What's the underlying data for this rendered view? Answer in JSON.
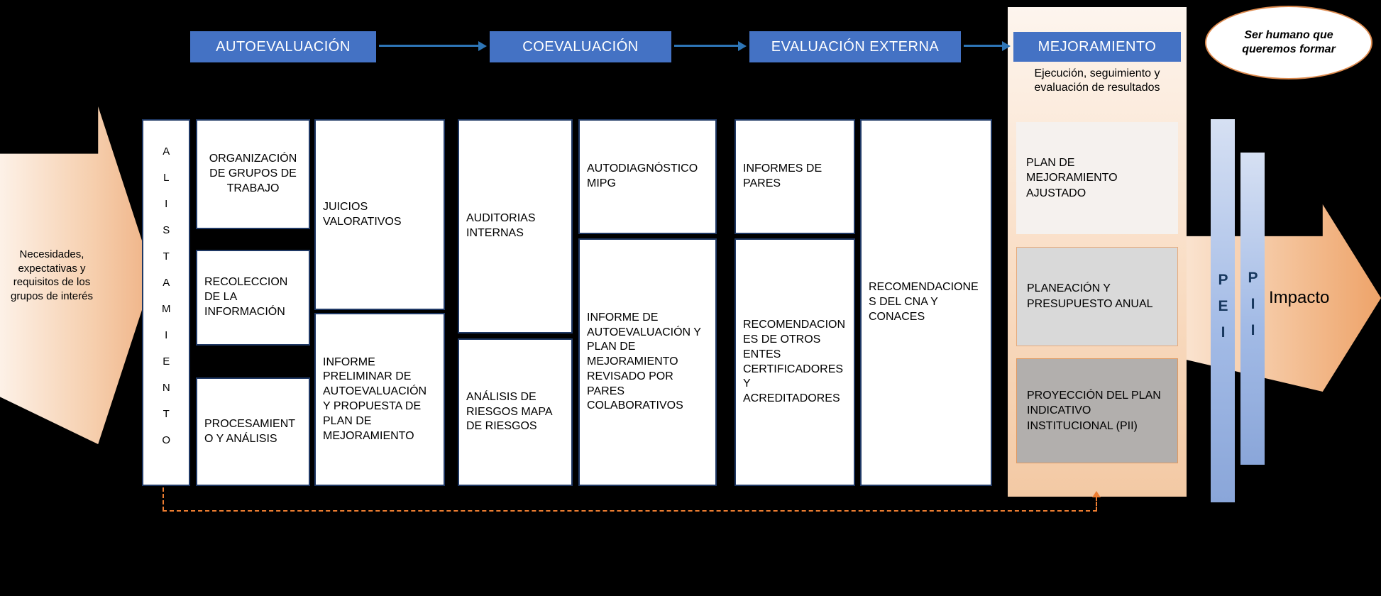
{
  "colors": {
    "background": "#000000",
    "phase_header": "#4472C4",
    "connector_blue": "#2E75B6",
    "box_border": "#1F3864",
    "feedback_dash_orange": "#ED7D31",
    "panel_peach": "#F3C9A4",
    "bar_blue": "#8AA6D9"
  },
  "phases": {
    "p1": "AUTOEVALUACIÓN",
    "p2": "COEVALUACIÓN",
    "p3": "EVALUACIÓN EXTERNA",
    "p4": "MEJORAMIENTO"
  },
  "vision_ellipse": {
    "text": "Ser humano que queremos formar"
  },
  "input_arrow": {
    "text": "Necesidades, expectativas y requisitos de los grupos de interés"
  },
  "alistamiento": {
    "label": "ALISTAMIENTO"
  },
  "autoevaluacion": {
    "organizacion": "ORGANIZACIÓN DE GRUPOS DE TRABAJO",
    "recoleccion": "RECOLECCION DE LA INFORMACIÓN",
    "procesamiento": "PROCESAMIENTO Y ANÁLISIS",
    "juicios": "JUICIOS VALORATIVOS",
    "informe_preliminar": "INFORME PRELIMINAR DE AUTOEVALUACIÓN Y PROPUESTA DE PLAN DE MEJORAMIENTO"
  },
  "coevaluacion": {
    "auditorias": "AUDITORIAS INTERNAS",
    "analisis_riesgos": "ANÁLISIS DE RIESGOS MAPA DE RIESGOS",
    "autodiagnostico": "AUTODIAGNÓSTICO MIPG",
    "informe_autoevaluacion": "INFORME DE AUTOEVALUACIÓN Y PLAN DE MEJORAMIENTO REVISADO POR PARES COLABORATIVOS"
  },
  "evaluacion_externa": {
    "informes_pares": "INFORMES DE PARES",
    "recomendaciones_entes": "RECOMENDACIONES DE OTROS ENTES CERTIFICADORES Y ACREDITADORES",
    "recomendaciones_cna": "RECOMENDACIONES DEL CNA Y CONACES"
  },
  "mejoramiento": {
    "subtitle": "Ejecución, seguimiento y evaluación de resultados",
    "plan_ajustado": "PLAN DE MEJORAMIENTO AJUSTADO",
    "planeacion": "PLANEACIÓN Y PRESUPUESTO ANUAL",
    "proyeccion": "PROYECCIÓN DEL PLAN INDICATIVO INSTITUCIONAL (PII)"
  },
  "outputs": {
    "pei": "PEI",
    "pii": "PII",
    "impacto": "Impacto"
  }
}
